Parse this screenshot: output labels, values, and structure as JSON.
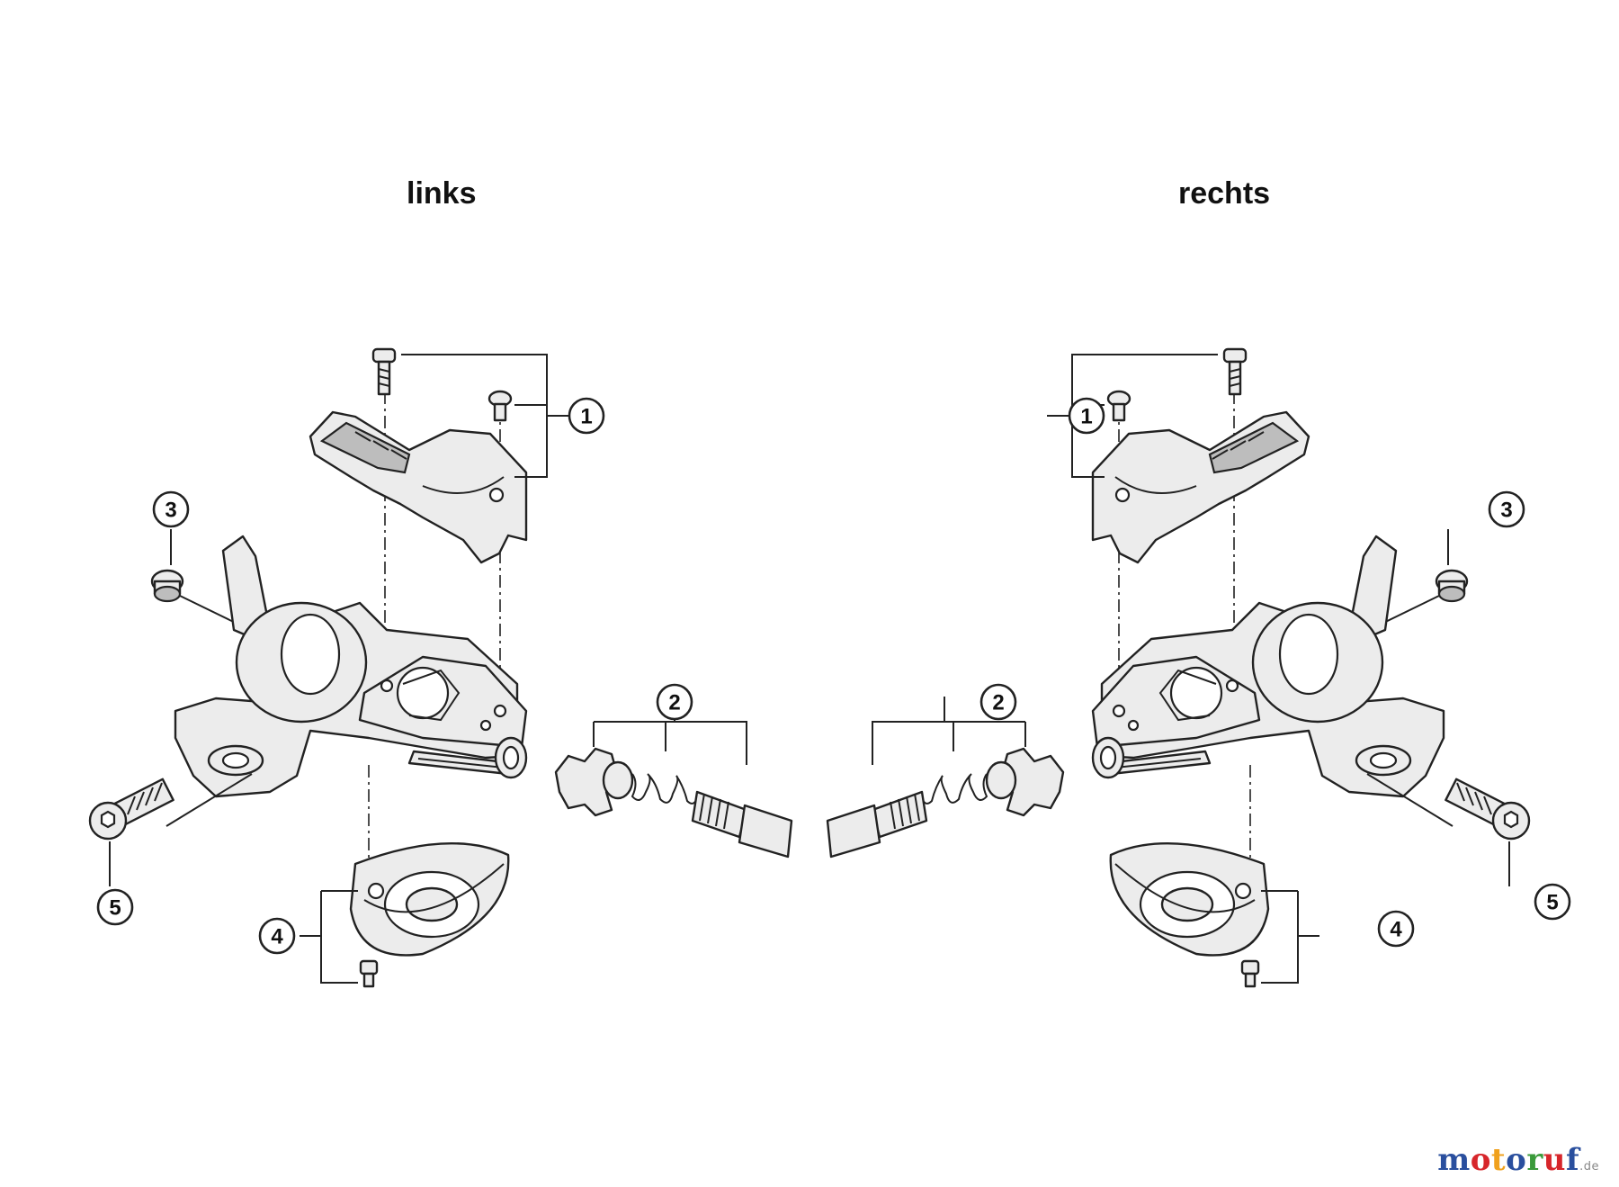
{
  "titles": {
    "left": "links",
    "right": "rechts"
  },
  "callouts": {
    "left": [
      "1",
      "2",
      "3",
      "4",
      "5"
    ],
    "right": [
      "1",
      "2",
      "3",
      "4",
      "5"
    ]
  },
  "watermark": {
    "letters": [
      "m",
      "o",
      "t",
      "o",
      "r",
      "u",
      "f"
    ],
    "colors": [
      "#2a4f9e",
      "#d7262b",
      "#f0a11d",
      "#2a4f9e",
      "#3a9a3a",
      "#d7262b",
      "#2a4f9e"
    ],
    "suffix": ".de"
  }
}
